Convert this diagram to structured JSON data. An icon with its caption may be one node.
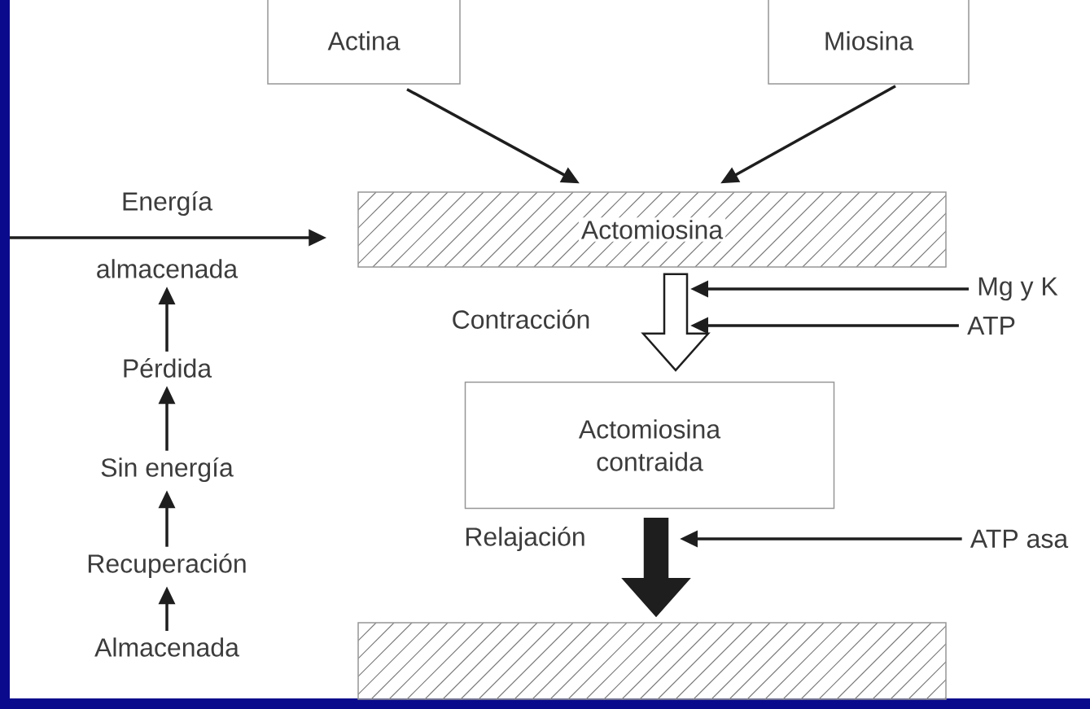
{
  "diagram": {
    "nodes": [
      {
        "text": [
          "Actina"
        ]
      },
      {
        "text": [
          "Miosina"
        ]
      },
      {
        "text": [
          "Actomiosina"
        ]
      },
      {
        "text": [
          "Actomiosina contraida"
        ]
      },
      {
        "text": [],
        "shape": "box"
      },
      {
        "text": [
          "Mg y K"
        ]
      },
      {
        "text": [
          "ATP"
        ]
      },
      {
        "text": [
          "ATP asa"
        ]
      },
      {
        "text": [
          "almacenada"
        ]
      },
      {
        "text": [
          "Pérdida"
        ]
      },
      {
        "text": [
          "Sin energía"
        ]
      },
      {
        "text": [
          "Recuperación"
        ]
      },
      {
        "text": [
          "Almacenada"
        ]
      }
    ],
    "edges": [
      {
        "from": 0,
        "to": 2,
        "arrow": "to"
      },
      {
        "from": 1,
        "to": 2,
        "arrow": "to"
      },
      {
        "from": null,
        "to": 2,
        "arrow": "to",
        "label": "Energía"
      },
      {
        "from": 12,
        "to": 11,
        "arrow": "to"
      },
      {
        "from": 11,
        "to": 10,
        "arrow": "to"
      },
      {
        "from": 10,
        "to": 9,
        "arrow": "to"
      },
      {
        "from": 9,
        "to": 8,
        "arrow": "to"
      },
      {
        "from": 2,
        "to": 3,
        "arrow": "to",
        "label": "Contracción",
        "style": "thick",
        "color": "#ffffff"
      },
      {
        "from": 3,
        "to": 4,
        "arrow": "to",
        "label": "Relajación",
        "style": "thick"
      },
      {
        "from": 5,
        "to": null,
        "arrow": "to"
      },
      {
        "from": 6,
        "to": null,
        "arrow": "to"
      },
      {
        "from": 7,
        "to": null,
        "arrow": "to"
      }
    ]
  }
}
